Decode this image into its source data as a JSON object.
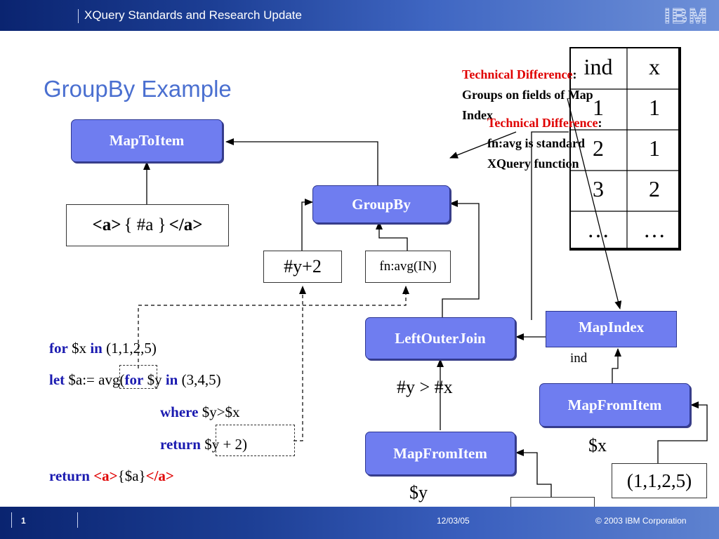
{
  "header": {
    "title": "XQuery Standards and Research Update",
    "logo": "IBM"
  },
  "slide": {
    "title": "GroupBy Example"
  },
  "nodes": {
    "map_to_item": "MapToItem",
    "group_by": "GroupBy",
    "left_outer_join": "LeftOuterJoin",
    "map_index": "MapIndex",
    "map_from_item_right": "MapFromItem",
    "map_from_item_left": "MapFromItem"
  },
  "boxes": {
    "element_open": "<a>",
    "element_body": "{ #a }",
    "element_close": "</a>",
    "group_key": "#y+2",
    "aggregate": "fn:avg(IN)",
    "seq_x": "(1,1,2,5)",
    "seq_y": "(3,4,5)"
  },
  "labels": {
    "ind": "ind",
    "join_condition": "#y > #x",
    "var_x": "$x",
    "var_y": "$y"
  },
  "code": {
    "l1_for": "for",
    "l1_var": "$x",
    "l1_in": "in",
    "l1_seq": "(1,1,2,5)",
    "l2_let": "let",
    "l2_assign": "$a:=",
    "l2_avg": "avg(",
    "l2_for": "for",
    "l2_var": "$y",
    "l2_in": "in",
    "l2_seq": "(3,4,5)",
    "l3_where": "where",
    "l3_cond": "$y>$x",
    "l4_return": "return",
    "l4_expr": "$y + 2)",
    "l5_return": "return",
    "l5_open": "<a>",
    "l5_body": "{$a}",
    "l5_close": "</a>"
  },
  "notes": {
    "note1_title": "Technical Difference",
    "note1_colon": ":",
    "note1_line2": "Groups on fields of Map",
    "note1_line3": "Index",
    "note2_title": "Technical Difference",
    "note2_colon": ":",
    "note2_line2": "fn:avg is standard",
    "note2_line3": "XQuery function"
  },
  "table": {
    "headers": [
      "ind",
      "x"
    ],
    "rows": [
      [
        "1",
        "1"
      ],
      [
        "2",
        "1"
      ],
      [
        "3",
        "2"
      ],
      [
        "…",
        "…"
      ]
    ]
  },
  "footer": {
    "page": "1",
    "date": "12/03/05",
    "copyright": "© 2003 IBM Corporation"
  }
}
